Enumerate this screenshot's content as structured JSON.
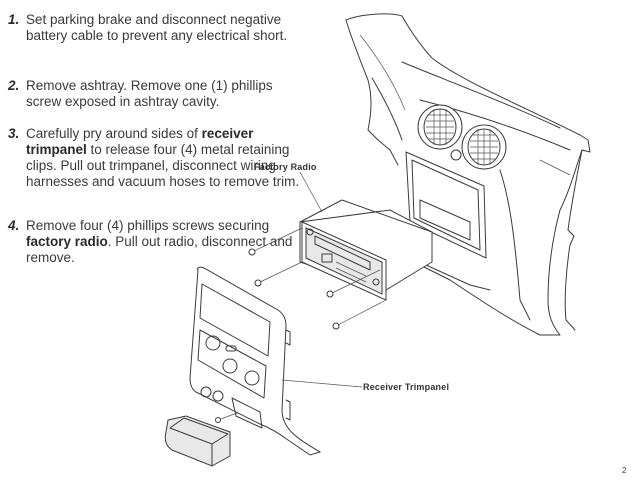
{
  "steps": [
    {
      "number": "1.",
      "parts": [
        {
          "text": "Set parking brake and disconnect negative battery cable to prevent any electrical short.",
          "bold": false
        }
      ]
    },
    {
      "number": "2.",
      "parts": [
        {
          "text": "Remove ashtray.  Remove one (1) phillips screw exposed in ashtray cavity.",
          "bold": false
        }
      ]
    },
    {
      "number": "3.",
      "parts": [
        {
          "text": "Carefully pry around sides of ",
          "bold": false
        },
        {
          "text": "receiver trimpanel",
          "bold": true
        },
        {
          "text": " to release four (4) metal retaining clips.  Pull out trimpanel, disconnect wiring harnesses and vacuum hoses to remove trim.",
          "bold": false
        }
      ]
    },
    {
      "number": "4.",
      "parts": [
        {
          "text": "Remove four (4) phillips screws securing ",
          "bold": false
        },
        {
          "text": "factory radio",
          "bold": true
        },
        {
          "text": ".  Pull out radio, disconnect and remove.",
          "bold": false
        }
      ]
    }
  ],
  "diagram": {
    "callouts": {
      "factory_radio": "Factory Radio",
      "receiver_trimpanel": "Receiver Trimpanel"
    },
    "screw_count": 4,
    "icons": [
      "dashboard-illustration",
      "factory-radio-illustration",
      "receiver-trimpanel-illustration",
      "ashtray-illustration",
      "phillips-screw-icon"
    ]
  },
  "page_number": "2"
}
